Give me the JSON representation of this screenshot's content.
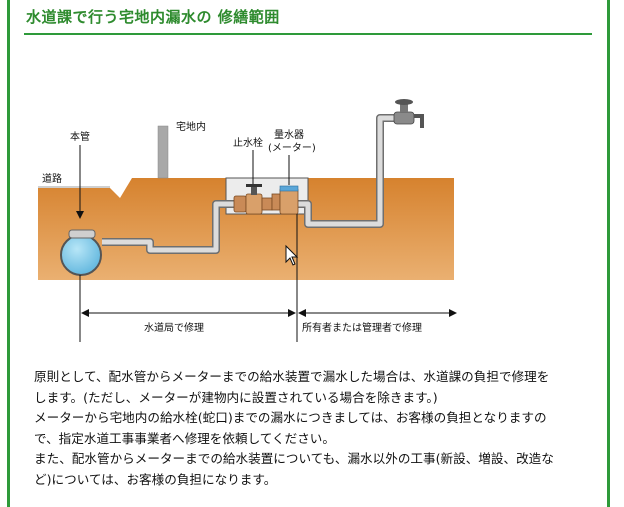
{
  "title": "水道課で行う宅地内漏水の 修繕範囲",
  "diagram": {
    "labels": {
      "main_pipe": "本管",
      "road": "道路",
      "residential_land": "宅地内",
      "stop_valve": "止水栓",
      "meter_line1": "量水器",
      "meter_line2": "(メーター)"
    },
    "range_city": "水道局で修理",
    "range_owner": "所有者または管理者で修理"
  },
  "body": {
    "lines": [
      "原則として、配水管からメーターまでの給水装置で漏水した場合は、水道課の負担で修理を",
      "します。(ただし、メーターが建物内に設置されている場合を除きます。)",
      "メーターから宅地内の給水栓(蛇口)までの漏水につきましては、お客様の負担となりますの",
      "で、指定水道工事事業者へ修理を依頼してください。",
      "また、配水管からメーターまでの給水装置についても、漏水以外の工事(新設、増設、改造な",
      "ど)については、お客様の負担になります。"
    ]
  },
  "colors": {
    "frame": "#2e9a3a",
    "title": "#2e8b2e",
    "soil": "#d98a36",
    "pipe": "#9a9a9a",
    "water_main": "#7ec8e8"
  }
}
